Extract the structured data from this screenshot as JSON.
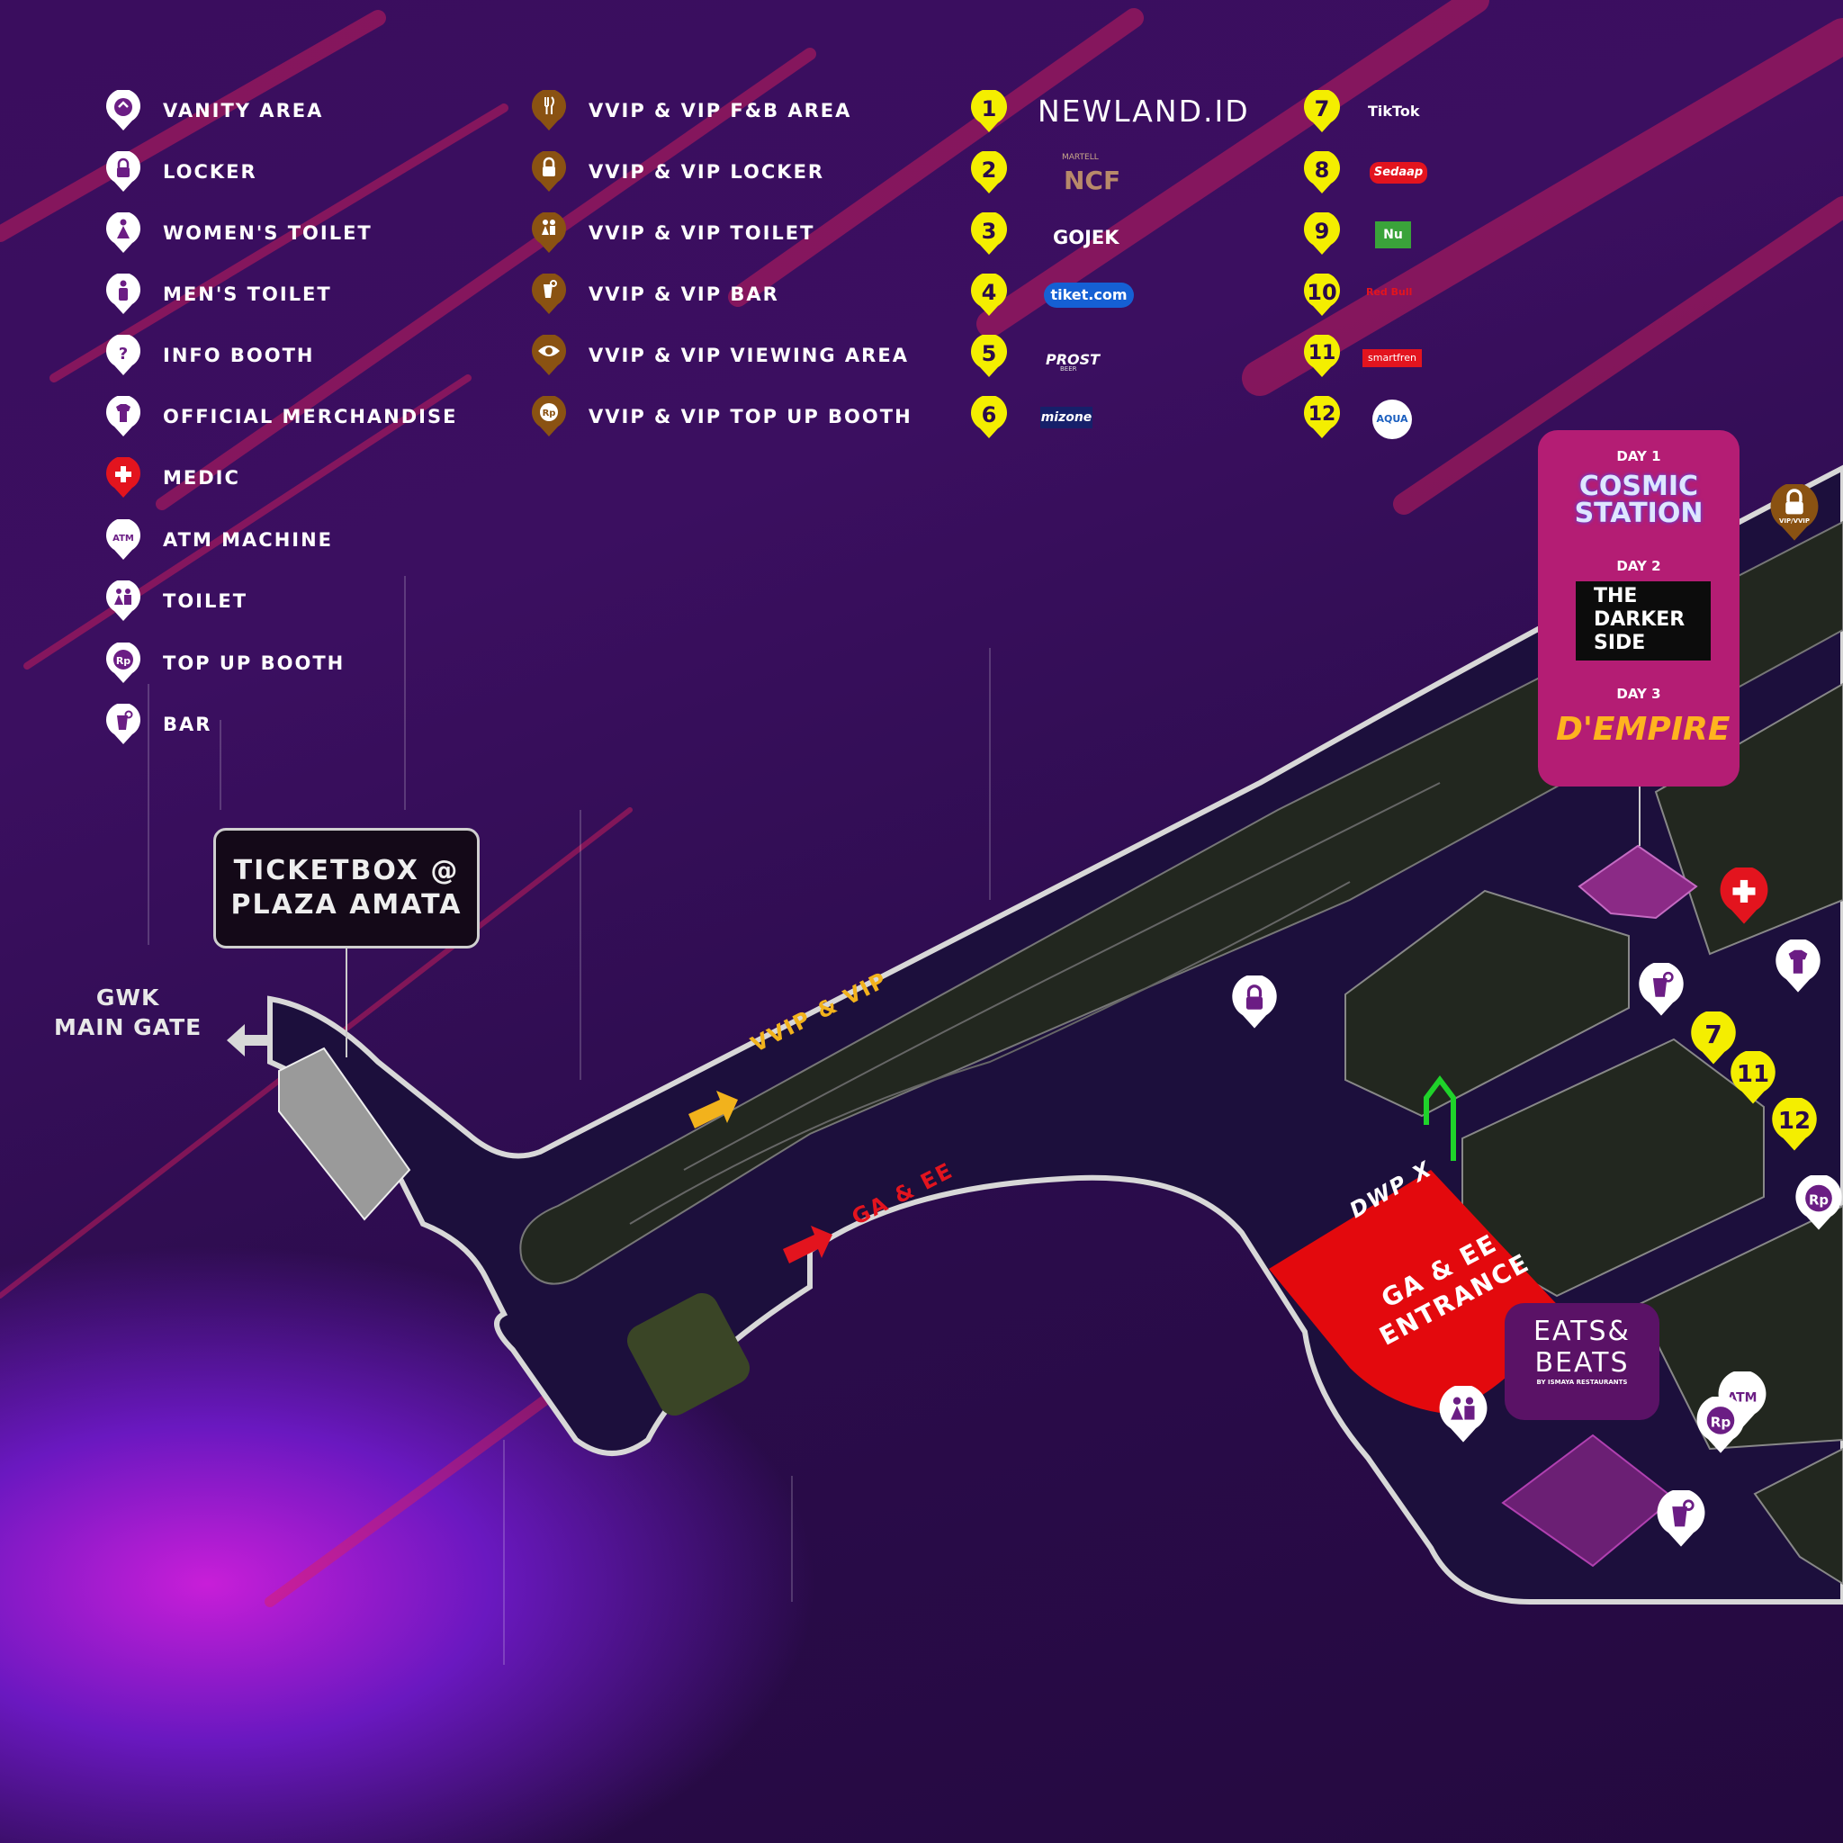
{
  "legend_general": [
    {
      "label": "VANITY AREA",
      "icon": "vanity-icon"
    },
    {
      "label": "LOCKER",
      "icon": "lock-icon"
    },
    {
      "label": "WOMEN'S TOILET",
      "icon": "women-toilet-icon"
    },
    {
      "label": "MEN'S TOILET",
      "icon": "men-toilet-icon"
    },
    {
      "label": "INFO BOOTH",
      "icon": "question-icon"
    },
    {
      "label": "OFFICIAL MERCHANDISE",
      "icon": "shirt-icon"
    },
    {
      "label": "MEDIC",
      "icon": "medic-cross-icon"
    },
    {
      "label": "ATM MACHINE",
      "icon": "atm-icon",
      "glyph": "ATM"
    },
    {
      "label": "TOILET",
      "icon": "toilet-icon"
    },
    {
      "label": "TOP UP BOOTH",
      "icon": "rp-icon",
      "glyph": "Rp"
    },
    {
      "label": "BAR",
      "icon": "drink-icon"
    }
  ],
  "legend_vip": [
    {
      "label": "VVIP & VIP F&B AREA",
      "icon": "vip-fnb-icon",
      "badge": "VIP/VVIP"
    },
    {
      "label": "VVIP & VIP LOCKER",
      "icon": "vip-lock-icon",
      "badge": "VIP/VVIP"
    },
    {
      "label": "VVIP & VIP TOILET",
      "icon": "vip-toilet-icon",
      "badge": "VIP/VVIP"
    },
    {
      "label": "VVIP & VIP BAR",
      "icon": "vip-bar-icon",
      "badge": "VIP/VVIP"
    },
    {
      "label": "VVIP & VIP VIEWING AREA",
      "icon": "vip-eye-icon",
      "badge": "VIP/VVIP"
    },
    {
      "label": "VVIP & VIP TOP UP BOOTH",
      "icon": "vip-rp-icon",
      "badge": "VIP/VVIP",
      "glyph": "Rp"
    }
  ],
  "sponsors_left": [
    {
      "num": "1",
      "name": "NEWLAND.ID"
    },
    {
      "num": "2",
      "name": "NCF",
      "sub": "MARTELL"
    },
    {
      "num": "3",
      "name": "GOJEK"
    },
    {
      "num": "4",
      "name": "tiket.com"
    },
    {
      "num": "5",
      "name": "PROST",
      "sub": "BEER"
    },
    {
      "num": "6",
      "name": "mizone"
    }
  ],
  "sponsors_right": [
    {
      "num": "7",
      "name": "TikTok"
    },
    {
      "num": "8",
      "name": "Sedaap"
    },
    {
      "num": "9",
      "name": "Nu"
    },
    {
      "num": "10",
      "name": "Red Bull"
    },
    {
      "num": "11",
      "name": "smartfren"
    },
    {
      "num": "12",
      "name": "AQUA"
    }
  ],
  "stages": [
    {
      "day": "DAY 1",
      "name_line1": "COSMIC",
      "name_line2": "STATION"
    },
    {
      "day": "DAY 2",
      "name_line1": "THE",
      "name_line2": "DARKER",
      "name_line3": "SIDE"
    },
    {
      "day": "DAY 3",
      "name_line1": "D'EMPIRE"
    }
  ],
  "ticketbox": {
    "line1": "TICKETBOX @",
    "line2": "PLAZA AMATA"
  },
  "gate": {
    "line1": "GWK",
    "line2": "MAIN GATE"
  },
  "roads": {
    "vip": "VVIP & VIP",
    "ga": "GA & EE"
  },
  "entrance": {
    "line1": "GA & EE",
    "line2": "ENTRANCE",
    "arch": "DWP X"
  },
  "food_area": {
    "line1": "EATS&",
    "line2": "BEATS",
    "sub": "BY ISMAYA RESTAURANTS"
  },
  "map_markers": {
    "num7": "7",
    "num11": "11",
    "num12": "12",
    "atm": "ATM",
    "rp": "Rp",
    "vip_badge": "VIP/VVIP"
  },
  "colors": {
    "pin_white": "#ffffff",
    "pin_vip": "#8a5212",
    "pin_sponsor": "#f4ee00",
    "medic": "#e3141e",
    "road": "#1c0f3c",
    "terrain": "#22271f",
    "entrance": "#e3090d",
    "stage_card": "#b41d74",
    "vip_arrow": "#f2b21c",
    "ga_arrow": "#e3141e"
  }
}
